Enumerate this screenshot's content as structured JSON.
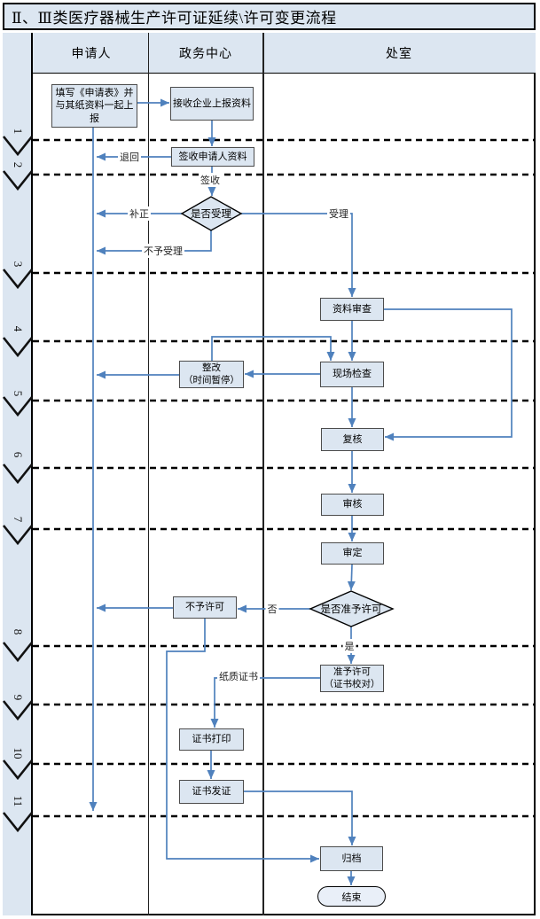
{
  "title": "Ⅱ、Ⅲ类医疗器械生产许可证延续\\许可变更流程",
  "columns": {
    "applicant": "申请人",
    "service_center": "政务中心",
    "department": "处室"
  },
  "lane_numbers": [
    "1",
    "2",
    "3",
    "4",
    "5",
    "6",
    "7",
    "8",
    "9",
    "10",
    "11"
  ],
  "nodes": {
    "fill_form": "填写《申请表》并\n与其纸资料一起上\n报",
    "receive_materials": "接收企业上报资料",
    "sign_receive": "签收申请人资料",
    "accept_decision": "是否受理",
    "material_review": "资料审查",
    "rectification": "整改\n（时间暂停）",
    "site_inspection": "现场检查",
    "recheck": "复核",
    "review": "审核",
    "final_review": "审定",
    "grant_decision": "是否准予许可",
    "not_granted": "不予许可",
    "granted": "准予许可\n（证书校对）",
    "cert_print": "证书打印",
    "cert_issue": "证书发证",
    "archive": "归档",
    "end": "结束"
  },
  "edge_labels": {
    "return_back": "退回",
    "sign": "签收",
    "supplement": "补正",
    "accept": "受理",
    "reject": "不予受理",
    "no": "否",
    "yes": "是",
    "paper_cert": "纸质证书"
  },
  "colors": {
    "flow_line": "#4f81bd",
    "node_fill": "#dce6f1",
    "lane_bg": "#dce6f1",
    "dashed_line": "#000000"
  }
}
